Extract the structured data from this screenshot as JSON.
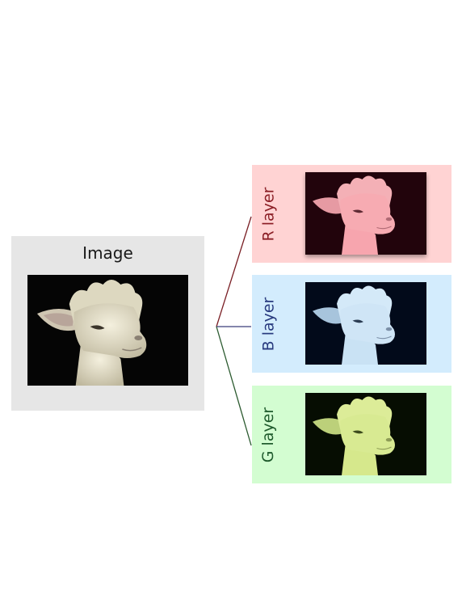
{
  "source": {
    "title": "Image"
  },
  "layers": [
    {
      "id": "r",
      "label": "R layer",
      "label_color": "#8b1f26",
      "panel_color": "#ffd3d3",
      "line_color": "#7a1f25"
    },
    {
      "id": "b",
      "label": "B layer",
      "label_color": "#283a7e",
      "panel_color": "#d3ecfd",
      "line_color": "#3a3f7a"
    },
    {
      "id": "g",
      "label": "G layer",
      "label_color": "#1e5a2c",
      "panel_color": "#d3fdd1",
      "line_color": "#2b5a2f"
    }
  ]
}
